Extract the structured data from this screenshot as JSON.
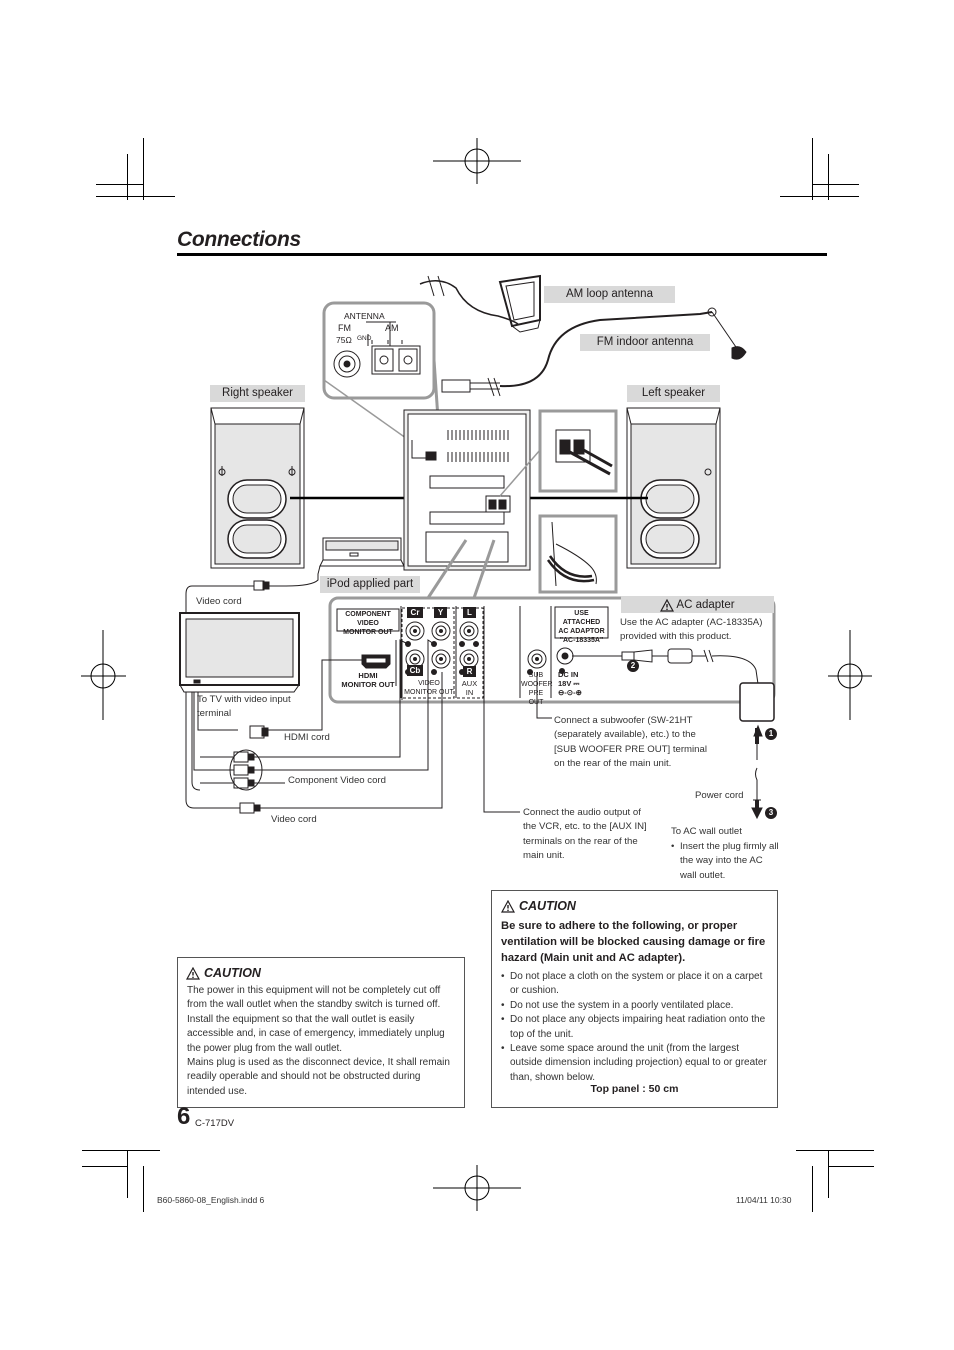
{
  "page_title": "Connections",
  "labels": {
    "am_loop": "AM loop antenna",
    "fm_indoor": "FM indoor antenna",
    "right_speaker": "Right speaker",
    "left_speaker": "Left speaker",
    "ipod_part": "iPod applied part",
    "ac_adapter": "AC adapter"
  },
  "panel": {
    "antenna": "ANTENNA",
    "fm": "FM",
    "ohm": "75Ω",
    "gnd": "GND",
    "am": "AM",
    "component_out_1": "COMPONENT VIDEO",
    "component_out_2": "MONITOR OUT",
    "cr": "Cr",
    "y": "Y",
    "cb": "Cb",
    "l": "L",
    "r": "R",
    "hdmi_1": "HDMI",
    "hdmi_2": "MONITOR OUT",
    "video_1": "VIDEO",
    "video_2": "MONITOR OUT",
    "aux_1": "AUX",
    "aux_2": "IN",
    "sub_1": "SUB",
    "sub_2": "WOOFER",
    "sub_3": "PRE OUT",
    "use_1": "USE ATTACHED",
    "use_2": "AC ADAPTOR",
    "use_3": "\"AC-18335A\"",
    "dcin_1": "DC IN",
    "dcin_2": "18V ⎓",
    "polarity": "⊖-⊙-⊕"
  },
  "notes": {
    "video_cord_top": "Video cord",
    "to_tv": "To TV with video input terminal",
    "hdmi_cord": "HDMI cord",
    "component_cord": "Component Video cord",
    "video_cord_bottom": "Video cord",
    "ac_use": "Use the AC adapter (AC-18335A) provided with this product.",
    "subwoofer": "Connect a subwoofer (SW-21HT (separately available), etc.) to the [SUB WOOFER PRE OUT] terminal on the rear of the main unit.",
    "aux": "Connect the audio output of the VCR, etc. to the [AUX IN] terminals on the rear of the main unit.",
    "power_cord": "Power cord",
    "to_wall": "To AC wall outlet",
    "insert": "Insert the plug firmly all the way into the AC wall outlet.",
    "step1": "1",
    "step2": "2",
    "step3": "3"
  },
  "caution_left": {
    "heading": "CAUTION",
    "p1": "The power in this equipment will not be completely cut off from the wall outlet when the standby switch is turned off. Install the equipment so that the wall outlet is easily accessible and, in case of emergency, immediately unplug the power plug from the wall outlet.",
    "p2": "Mains plug is used as the disconnect device, It shall remain readily operable and should not be obstructed during intended use."
  },
  "caution_right": {
    "heading": "CAUTION",
    "lead": "Be sure to adhere to the following, or proper ventilation will be blocked causing damage or fire hazard (Main unit and AC adapter).",
    "items": [
      "Do not place a cloth on the system or place it on a carpet or cushion.",
      "Do not use the system in a poorly ventilated place.",
      "Do not place any objects impairing heat radiation onto the top of the unit.",
      "Leave some space around the unit (from the largest outside dimension including projection) equal to or greater than, shown below."
    ],
    "top_panel": "Top panel : 50 cm"
  },
  "page_number": "6",
  "model": "C-717DV",
  "footer_left": "B60-5860-08_English.indd 6",
  "footer_right": "11/04/11   10:30"
}
